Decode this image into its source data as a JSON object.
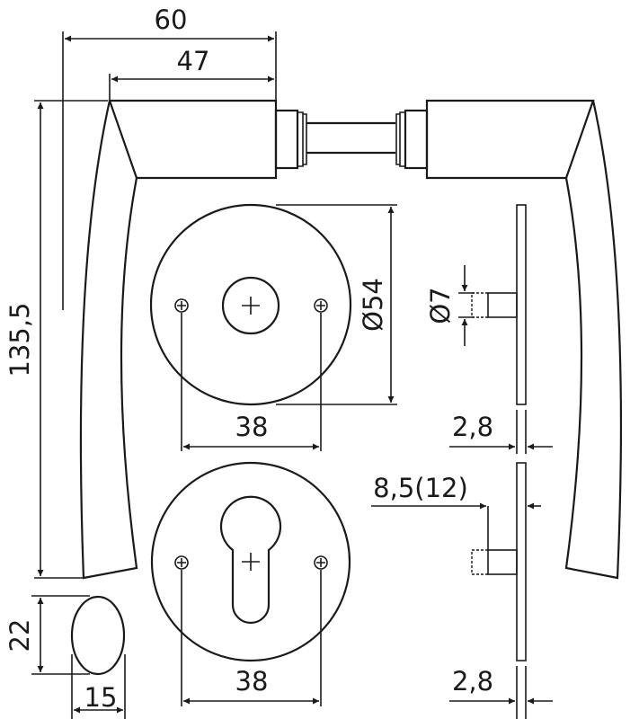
{
  "dimensions": {
    "width_60": "60",
    "width_47": "47",
    "height_135_5": "135,5",
    "rosette_diameter": "Ø54",
    "screw_spacing_top": "38",
    "screw_spacing_bottom": "38",
    "pin_diameter": "Ø7",
    "plate_thickness_top": "2,8",
    "plate_thickness_bottom": "2,8",
    "cylinder_projection": "8,5(12)",
    "knob_height": "22",
    "knob_width": "15"
  }
}
